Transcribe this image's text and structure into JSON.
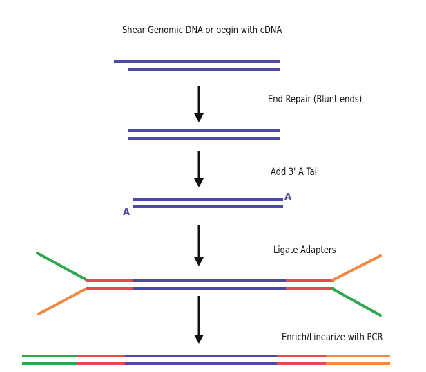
{
  "steps": [
    {
      "label": "Shear Genomic DNA or begin with cDNA"
    },
    {
      "label": "End Repair (Blunt ends)"
    },
    {
      "label": "Add 3' A Tail"
    },
    {
      "label": "Ligate Adapters"
    },
    {
      "label": "Enrich/Linearize with PCR"
    }
  ],
  "a_tail": {
    "overhang_letter": "A"
  },
  "colors": {
    "dna_strand": "#4b4aa3",
    "adapter_red": "#e8484f",
    "adapter_green": "#2ea84e",
    "adapter_orange": "#f08840",
    "arrow": "#111111",
    "text": "#111111"
  }
}
